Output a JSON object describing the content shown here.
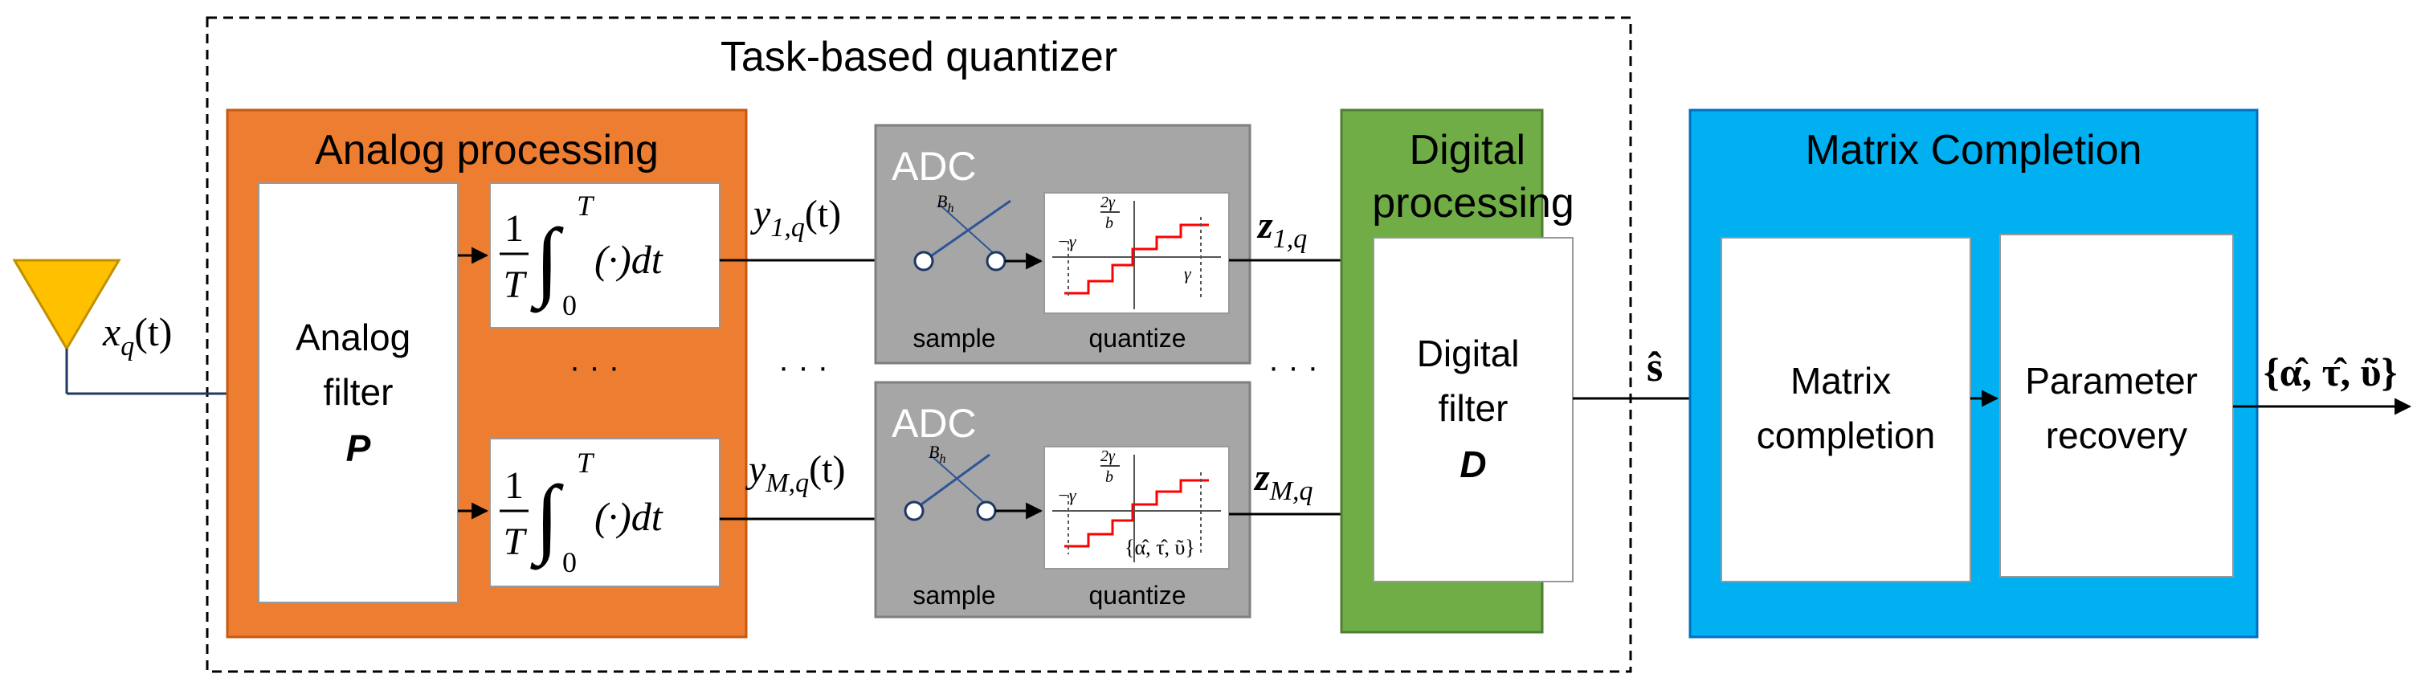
{
  "diagram": {
    "title": "Task-based quantizer",
    "antenna": {
      "signal": "x",
      "signal_sub": "q",
      "signal_arg": "(t)"
    },
    "analog": {
      "title": "Analog processing",
      "filter_line1": "Analog",
      "filter_line2": "filter",
      "filter_symbol": "P",
      "integrator_num": "1",
      "integrator_den": "T",
      "integrator_upper": "T",
      "integrator_lower": "0",
      "integrator_body": "(·)dt",
      "dots": "· · ·"
    },
    "signals": {
      "y1": "y",
      "y1_sub": "1,q",
      "y1_arg": "(t)",
      "yM": "y",
      "yM_sub": "M,q",
      "yM_arg": "(t)",
      "z1": "z",
      "z1_sub": "1,q",
      "zM": "z",
      "zM_sub": "M,q",
      "mid_dots": "· · ·",
      "z_dots": "· · ·",
      "s_hat": "ŝ",
      "output": "{α̂, τ̂, ῦ}"
    },
    "adc": {
      "title": "ADC",
      "switch_label": "B",
      "switch_sub": "h",
      "sample_label": "sample",
      "quantize_label": "quantize",
      "q_neg_gamma": "−γ",
      "q_step_num": "2γ",
      "q_step_den": "b",
      "q_gamma": "γ",
      "overlay_text": "{α̂,  τ̂,  ῦ}"
    },
    "digital": {
      "title_line1": "Digital",
      "title_line2": "processing",
      "filter_line1": "Digital",
      "filter_line2": "filter",
      "filter_symbol": "D"
    },
    "matrix": {
      "title": "Matrix Completion",
      "block1_line1": "Matrix",
      "block1_line2": "completion",
      "block2_line1": "Parameter",
      "block2_line2": "recovery"
    },
    "colors": {
      "analog": "#ED7D31",
      "adc": "#A6A6A6",
      "digital": "#70AD47",
      "matrix": "#00B0F0",
      "antenna": "#FFC000",
      "wire": "#1F3864",
      "quant_red": "#FF0000"
    }
  }
}
